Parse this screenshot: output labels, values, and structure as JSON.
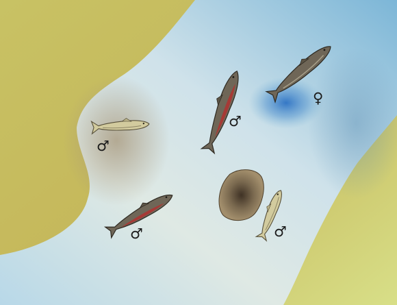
{
  "colors": {
    "bank_light": "#d4d87e",
    "bank_dark": "#b5a84a",
    "water_shallow": "#e6eee6",
    "water_mid": "#b5d4e2",
    "water_deep": "#7cb5d6",
    "redd_pool": "#2e74c4",
    "gravel_outer": "#a08a68",
    "gravel_inner": "#4d3f2e",
    "fish_spawning_body": "#6f6657",
    "fish_spawning_belly": "#a63a36",
    "fish_nonspawning_body": "#d2cb9e"
  },
  "labels": {
    "male_symbol": "♂",
    "female_symbol": "♀"
  },
  "fish": [
    {
      "role": "female",
      "state": "spawning",
      "icon": "fish-icon"
    },
    {
      "role": "male",
      "state": "spawning",
      "icon": "fish-icon"
    },
    {
      "role": "male",
      "state": "non-spawning",
      "icon": "fish-icon"
    },
    {
      "role": "male",
      "state": "spawning",
      "icon": "fish-icon"
    },
    {
      "role": "male",
      "state": "non-spawning",
      "icon": "fish-icon"
    }
  ]
}
